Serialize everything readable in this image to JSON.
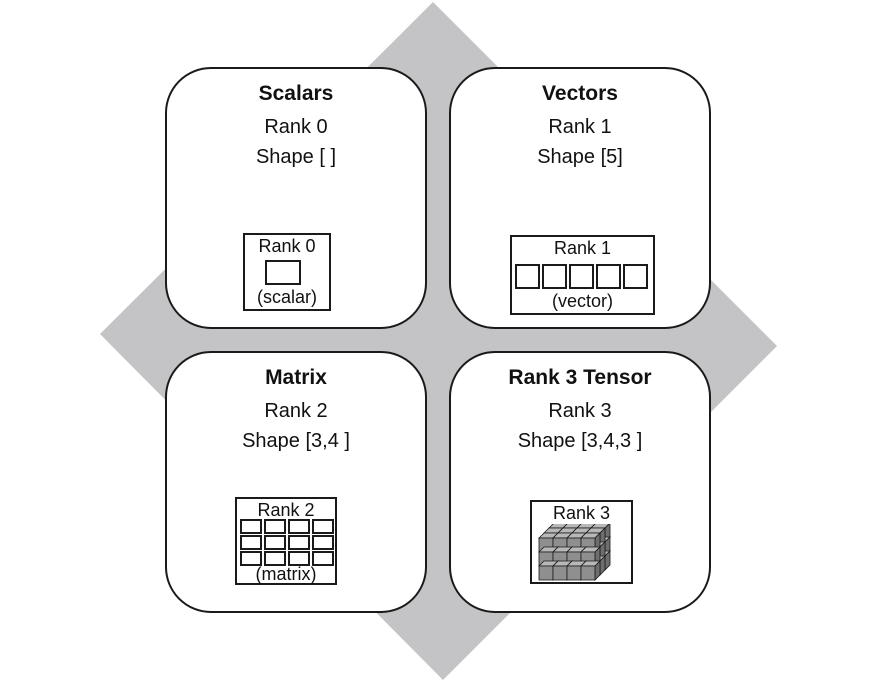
{
  "cards": {
    "scalars": {
      "title": "Scalars",
      "rank": "Rank 0",
      "shape": "Shape [ ]",
      "illustration": {
        "top": "Rank 0",
        "bottom": "(scalar)"
      }
    },
    "vectors": {
      "title": "Vectors",
      "rank": "Rank 1",
      "shape": "Shape [5]",
      "illustration": {
        "top": "Rank 1",
        "bottom": "(vector)"
      }
    },
    "matrix": {
      "title": "Matrix",
      "rank": "Rank 2",
      "shape": "Shape [3,4 ]",
      "illustration": {
        "top": "Rank 2",
        "bottom": "(matrix)"
      }
    },
    "tensor": {
      "title": "Rank 3 Tensor",
      "rank": "Rank 3",
      "shape": "Shape [3,4,3 ]",
      "illustration": {
        "top": "Rank 3"
      }
    }
  },
  "colors": {
    "diamond": "#c4c4c6",
    "border": "#1a1a1a",
    "cube_face": "#8f8f8f",
    "cube_top": "#b8b8b8",
    "cube_side": "#6e6e6e"
  }
}
